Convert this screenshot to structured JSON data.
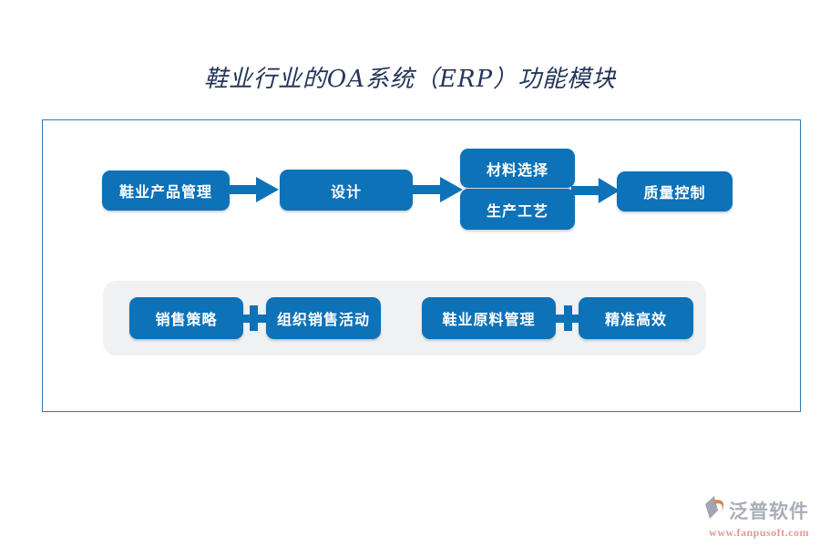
{
  "title": {
    "text": "鞋业行业的OA系统（ERP）功能模块"
  },
  "colors": {
    "node_blue": "#0d72b8",
    "frame_border": "#2e75b6",
    "panel_gray": "#f0f1f2",
    "title_navy": "#24365a",
    "brand_gray": "#9ba0ab",
    "url_salmon": "#d9897e"
  },
  "flow": {
    "nodes": [
      {
        "label": "鞋业产品管理"
      },
      {
        "label": "设计"
      },
      {
        "label": "材料选择"
      },
      {
        "label": "生产工艺"
      },
      {
        "label": "质量控制"
      }
    ],
    "arrow_icon": "arrow-right"
  },
  "bottom_panel": {
    "items": [
      {
        "label": "销售策略"
      },
      {
        "label": "组织销售活动"
      },
      {
        "label": "鞋业原料管理"
      },
      {
        "label": "精准高效"
      }
    ],
    "plus_icon": "+"
  },
  "footer": {
    "brand": "泛普软件",
    "url": "www.fanpusoft.com"
  }
}
